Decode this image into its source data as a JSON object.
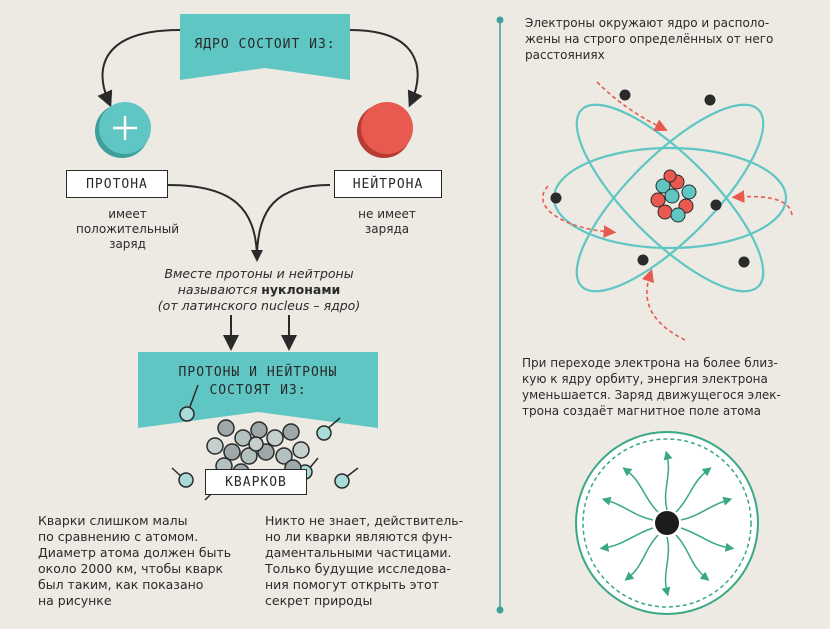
{
  "left": {
    "nucleus_banner": "ЯДРО СОСТОИТ ИЗ:",
    "proton_label": "ПРОТОНА",
    "proton_caption": [
      "имеет",
      "положительный",
      "заряд"
    ],
    "neutron_label": "НЕЙТРОНА",
    "neutron_caption": [
      "не имеет",
      "заряда"
    ],
    "together_line1": "Вместе протоны и нейтроны",
    "together_line2_prefix": "называются ",
    "together_line2_bold": "нуклонами",
    "together_line3": "(от латинского nucleus – ядро)",
    "quarks_banner": [
      "ПРОТОНЫ И НЕЙТРОНЫ",
      "СОСТОЯТ ИЗ:"
    ],
    "quarks_label": "КВАРКОВ",
    "text_left": [
      "Кварки слишком малы",
      "по сравнению с атомом.",
      "Диаметр атома должен быть",
      "около 2000 км, чтобы кварк",
      "был таким, как показано",
      "на рисунке"
    ],
    "text_right": [
      "Никто не знает, действитель-",
      "но ли кварки являются фун-",
      "даментальными частицами.",
      "Только будущие исследова-",
      "ния помогут открыть этот",
      "секрет природы"
    ]
  },
  "right": {
    "text_top": [
      "Электроны окружают ядро и располо-",
      "жены на строго определённых от него",
      "расстояниях"
    ],
    "text_mid": [
      "При переходе электрона на более близ-",
      "кую к ядру орбиту, энергия электрона",
      "уменьшается. Заряд движущегося элек-",
      "трона создаёт магнитное поле атома"
    ]
  },
  "colors": {
    "teal": "#5fc6c3",
    "red": "#e85a50",
    "dark": "#2a2a2a",
    "bg": "#eceae3",
    "green": "#3aa882"
  }
}
